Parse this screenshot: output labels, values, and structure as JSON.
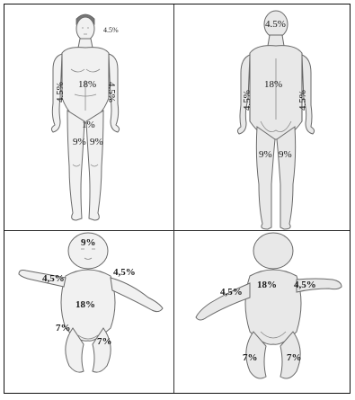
{
  "panels": {
    "adult_front": {
      "labels": {
        "head": "4.5%",
        "left_arm": "4.5%",
        "trunk": "18%",
        "right_arm": "4.5%",
        "genitals": "1%",
        "left_leg": "9%",
        "right_leg": "9%"
      }
    },
    "adult_back": {
      "labels": {
        "head": "4.5%",
        "left_arm": "4.5%",
        "trunk": "18%",
        "right_arm": "4.5%",
        "left_leg": "9%",
        "right_leg": "9%"
      }
    },
    "infant_front": {
      "labels": {
        "head": "9%",
        "left_arm": "4,5%",
        "right_arm": "4,5%",
        "trunk": "18%",
        "left_leg": "7%",
        "right_leg": "7%"
      }
    },
    "infant_back": {
      "labels": {
        "left_arm": "4,5%",
        "trunk": "18%",
        "right_arm": "4,5%",
        "left_leg": "7%",
        "right_leg": "7%"
      }
    }
  }
}
